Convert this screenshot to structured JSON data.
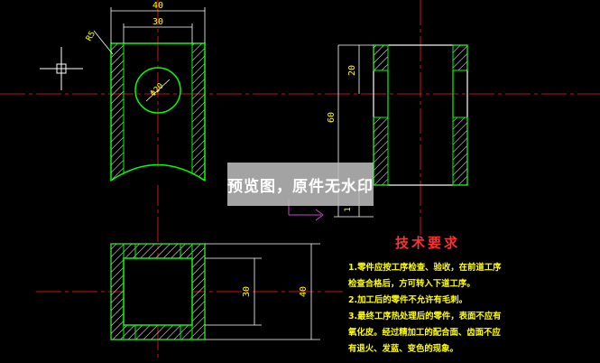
{
  "drawing": {
    "colors": {
      "outline": "#00ff00",
      "centerline": "#ff1a1a",
      "hatch": "#ffffff",
      "dimension": "#ffffff",
      "dim_text": "#ffff00",
      "note_text": "#ffff00",
      "note_title": "#ff3030",
      "background": "#000000"
    },
    "dims": {
      "top_width_outer": "40",
      "top_width_inner": "30",
      "radius": "R5",
      "hole_diameter": "Φ20",
      "side_dim_20": "20",
      "side_dim_60": "60",
      "side_dim_1": "1",
      "bottom_dim_30": "30",
      "bottom_dim_40": "40"
    }
  },
  "watermark": {
    "text": "预览图，原件无水印"
  },
  "notes": {
    "title": "技术要求",
    "lines": [
      "1.零件应按工序检查、验收，在前道工序",
      "检查合格后，方可转入下道工序。",
      "2.加工后的零件不允许有毛刺。",
      "3.最终工序热处理后的零件，表面不应有",
      "氧化皮。经过精加工的配合面、齿面不应",
      "有退火、发蓝、变色的现象。"
    ]
  }
}
